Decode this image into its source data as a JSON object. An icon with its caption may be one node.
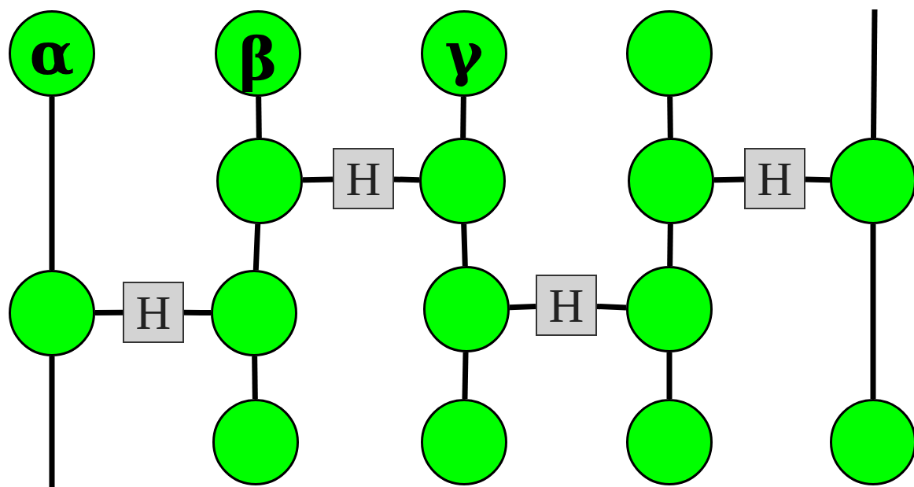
{
  "diagram": {
    "nodes": [
      {
        "text": [
          "α"
        ]
      },
      {
        "text": [
          "β"
        ]
      },
      {
        "text": [
          "γ"
        ]
      },
      {
        "text": [],
        "shape": "circle"
      },
      {
        "text": [],
        "shape": "circle"
      },
      {
        "text": [
          "H"
        ]
      },
      {
        "text": [],
        "shape": "circle"
      },
      {
        "text": [],
        "shape": "circle"
      },
      {
        "text": [
          "H"
        ]
      },
      {
        "text": [],
        "shape": "circle"
      },
      {
        "text": [],
        "shape": "circle"
      },
      {
        "text": [
          "H"
        ]
      },
      {
        "text": [],
        "shape": "circle"
      },
      {
        "text": [],
        "shape": "circle"
      },
      {
        "text": [
          "H"
        ]
      },
      {
        "text": [],
        "shape": "circle"
      },
      {
        "text": [],
        "shape": "circle"
      },
      {
        "text": [],
        "shape": "circle"
      },
      {
        "text": [],
        "shape": "circle"
      },
      {
        "text": [],
        "shape": "circle"
      }
    ],
    "edges": [
      {
        "from": 0,
        "to": 10,
        "arrow": "none"
      },
      {
        "from": 10,
        "to": null,
        "arrow": "none"
      },
      {
        "from": 1,
        "to": 4,
        "arrow": "none"
      },
      {
        "from": 4,
        "to": 12,
        "arrow": "none"
      },
      {
        "from": 12,
        "to": 16,
        "arrow": "none"
      },
      {
        "from": 2,
        "to": 6,
        "arrow": "none"
      },
      {
        "from": 6,
        "to": 13,
        "arrow": "none"
      },
      {
        "from": 13,
        "to": 17,
        "arrow": "none"
      },
      {
        "from": 3,
        "to": 7,
        "arrow": "none"
      },
      {
        "from": 7,
        "to": 15,
        "arrow": "none"
      },
      {
        "from": 15,
        "to": 18,
        "arrow": "none"
      },
      {
        "from": null,
        "to": 9,
        "arrow": "none"
      },
      {
        "from": 9,
        "to": 19,
        "arrow": "none"
      },
      {
        "from": 10,
        "to": 11,
        "arrow": "none"
      },
      {
        "from": 11,
        "to": 12,
        "arrow": "none"
      },
      {
        "from": 4,
        "to": 5,
        "arrow": "none"
      },
      {
        "from": 5,
        "to": 6,
        "arrow": "none"
      },
      {
        "from": 13,
        "to": 14,
        "arrow": "none"
      },
      {
        "from": 14,
        "to": 15,
        "arrow": "none"
      },
      {
        "from": 7,
        "to": 8,
        "arrow": "none"
      },
      {
        "from": 8,
        "to": 9,
        "arrow": "none"
      }
    ]
  }
}
